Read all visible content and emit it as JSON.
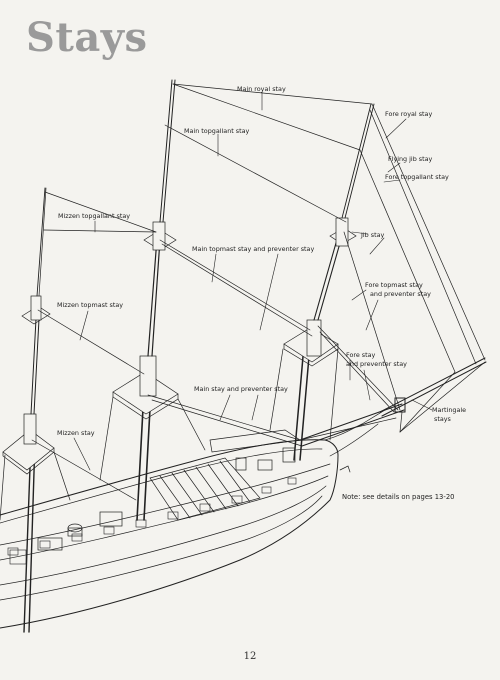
{
  "page": {
    "title": "Stays",
    "page_number": "12",
    "note": "Note: see details on pages 13-20"
  },
  "labels": {
    "main_royal_stay": "Main royal stay",
    "main_topgallant_stay": "Main topgallant stay",
    "fore_royal_stay": "Fore royal stay",
    "flying_jib_stay": "Flying jib stay",
    "fore_topgallant_stay": "Fore topgallant stay",
    "mizzen_topgallant_stay": "Mizzen topgallant stay",
    "jib_stay": "Jib stay",
    "main_topmast_stay": "Main topmast stay and preventer stay",
    "fore_topmast_stay_1": "Fore topmast stay",
    "fore_topmast_stay_2": "and preventer stay",
    "mizzen_topmast_stay": "Mizzen topmast stay",
    "fore_stay_1": "Fore stay",
    "fore_stay_2": "and preventer stay",
    "martingale_1": "Martingale",
    "martingale_2": "stays",
    "main_stay": "Main stay and preventer stay",
    "mizzen_stay": "Mizzen stay"
  }
}
